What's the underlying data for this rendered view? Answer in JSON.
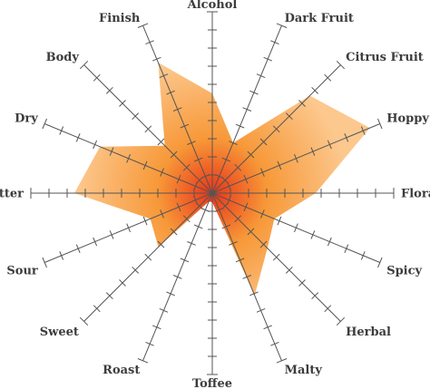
{
  "chart_data": {
    "type": "radar",
    "title": "",
    "axes": [
      "Alcohol",
      "Dark Fruit",
      "Citrus Fruit",
      "Hoppy",
      "Floral",
      "Spicy",
      "Herbal",
      "Malty",
      "Toffee",
      "Roast",
      "Sweet",
      "Sour",
      "Bitter",
      "Dry",
      "Body",
      "Finish"
    ],
    "scale": {
      "min": 0,
      "max": 10,
      "ticks": 10
    },
    "series": [
      {
        "values": [
          5.5,
          3.0,
          7.6,
          9.4,
          5.7,
          3.7,
          4.3,
          6.1,
          0.5,
          0.5,
          4.2,
          3.7,
          7.6,
          6.7,
          3.7,
          7.8
        ]
      }
    ],
    "colors": {
      "fill_center": "#e83418",
      "fill_mid": "#f79838",
      "fill_edge": "#fcc88e",
      "axis": "#555555",
      "label": "#3c3c3c"
    },
    "grid": false,
    "legend": "none"
  }
}
